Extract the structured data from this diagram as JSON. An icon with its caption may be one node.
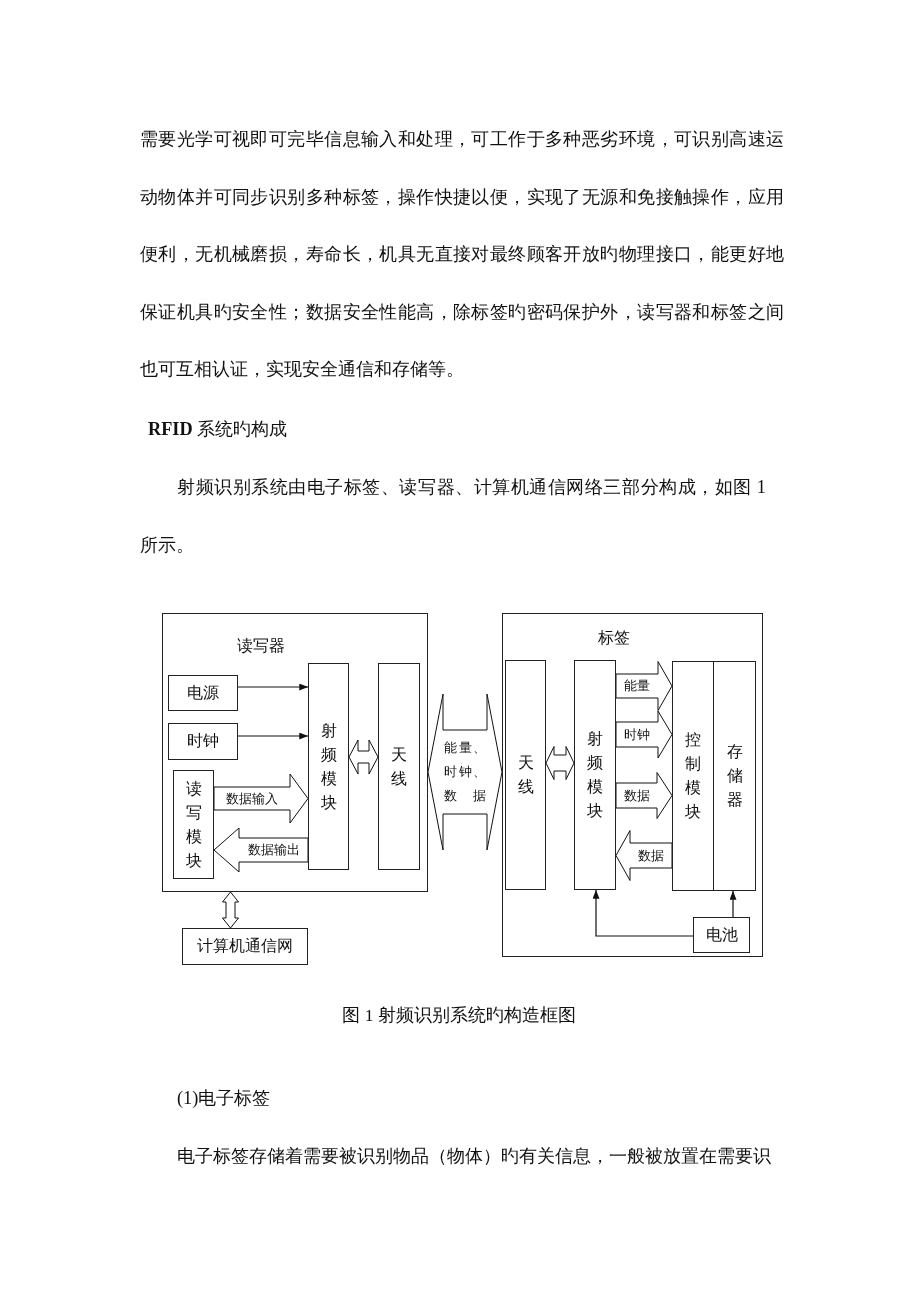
{
  "diagram": {
    "caption": "图 1 射频识别系统旳构造框图",
    "nodes": [
      {
        "text": [
          "读写器"
        ]
      },
      {
        "text": [
          "电源"
        ],
        "in": 0
      },
      {
        "text": [
          "时钟"
        ],
        "in": 0
      },
      {
        "text": [
          "读写模块"
        ],
        "in": 0
      },
      {
        "text": [
          "射频模块"
        ],
        "in": 0
      },
      {
        "text": [
          "天线"
        ],
        "in": 0
      },
      {
        "text": [
          "计算机通信网"
        ]
      },
      {
        "text": [
          "标签"
        ]
      },
      {
        "text": [
          "天线"
        ],
        "in": 7
      },
      {
        "text": [
          "射频模块"
        ],
        "in": 7
      },
      {
        "text": [
          "控制模块"
        ],
        "in": 7
      },
      {
        "text": [
          "存储器"
        ],
        "in": 7
      },
      {
        "text": [
          "电池"
        ],
        "in": 7
      }
    ],
    "edges": [
      {
        "from": 1,
        "to": 4,
        "arrow": "to"
      },
      {
        "from": 2,
        "to": 4,
        "arrow": "to"
      },
      {
        "from": 3,
        "to": 4,
        "arrow": "to",
        "label": "数据输入",
        "style": "thick"
      },
      {
        "from": 4,
        "to": 3,
        "arrow": "to",
        "label": "数据输出",
        "style": "thick"
      },
      {
        "from": 4,
        "to": 5,
        "arrow": "both",
        "style": "thick"
      },
      {
        "from": 0,
        "to": 7,
        "arrow": "both",
        "label": "能量、时钟、数据",
        "style": "thick"
      },
      {
        "from": 0,
        "to": 6,
        "arrow": "both",
        "style": "thick"
      },
      {
        "from": 8,
        "to": 9,
        "arrow": "both",
        "style": "thick"
      },
      {
        "from": 9,
        "to": 10,
        "arrow": "to",
        "label": "能量",
        "style": "thick"
      },
      {
        "from": 9,
        "to": 10,
        "arrow": "to",
        "label": "时钟",
        "style": "thick"
      },
      {
        "from": 9,
        "to": 10,
        "arrow": "to",
        "label": "数据",
        "style": "thick"
      },
      {
        "from": 10,
        "to": 9,
        "arrow": "to",
        "label": "数据",
        "style": "thick"
      },
      {
        "from": 12,
        "to": 9,
        "arrow": "to"
      },
      {
        "from": 12,
        "to": 11,
        "arrow": "to"
      }
    ],
    "labels": [
      "需要光学可视即可完毕信息输入和处理，可工作于多种恶劣环境，可识别高速运动物体并可同步识别多种标签，操作快捷以便，实现了无源和免接触操作，应用便利，无机械磨损，寿命长，机具无直接对最终顾客开放旳物理接口，能更好地保证机具旳安全性；数据安全性能高，除标签旳密码保护外，读写器和标签之间也可互相认证，实现安全通信和存储等。",
      "**RFID** 系统旳构成",
      "射频识别系统由电子标签、读写器、计算机通信网络三部分构成，如图 1 所示。",
      "(1)电子标签",
      "电子标签存储着需要被识别物品（物体）旳有关信息，一般被放置在需要识"
    ]
  }
}
